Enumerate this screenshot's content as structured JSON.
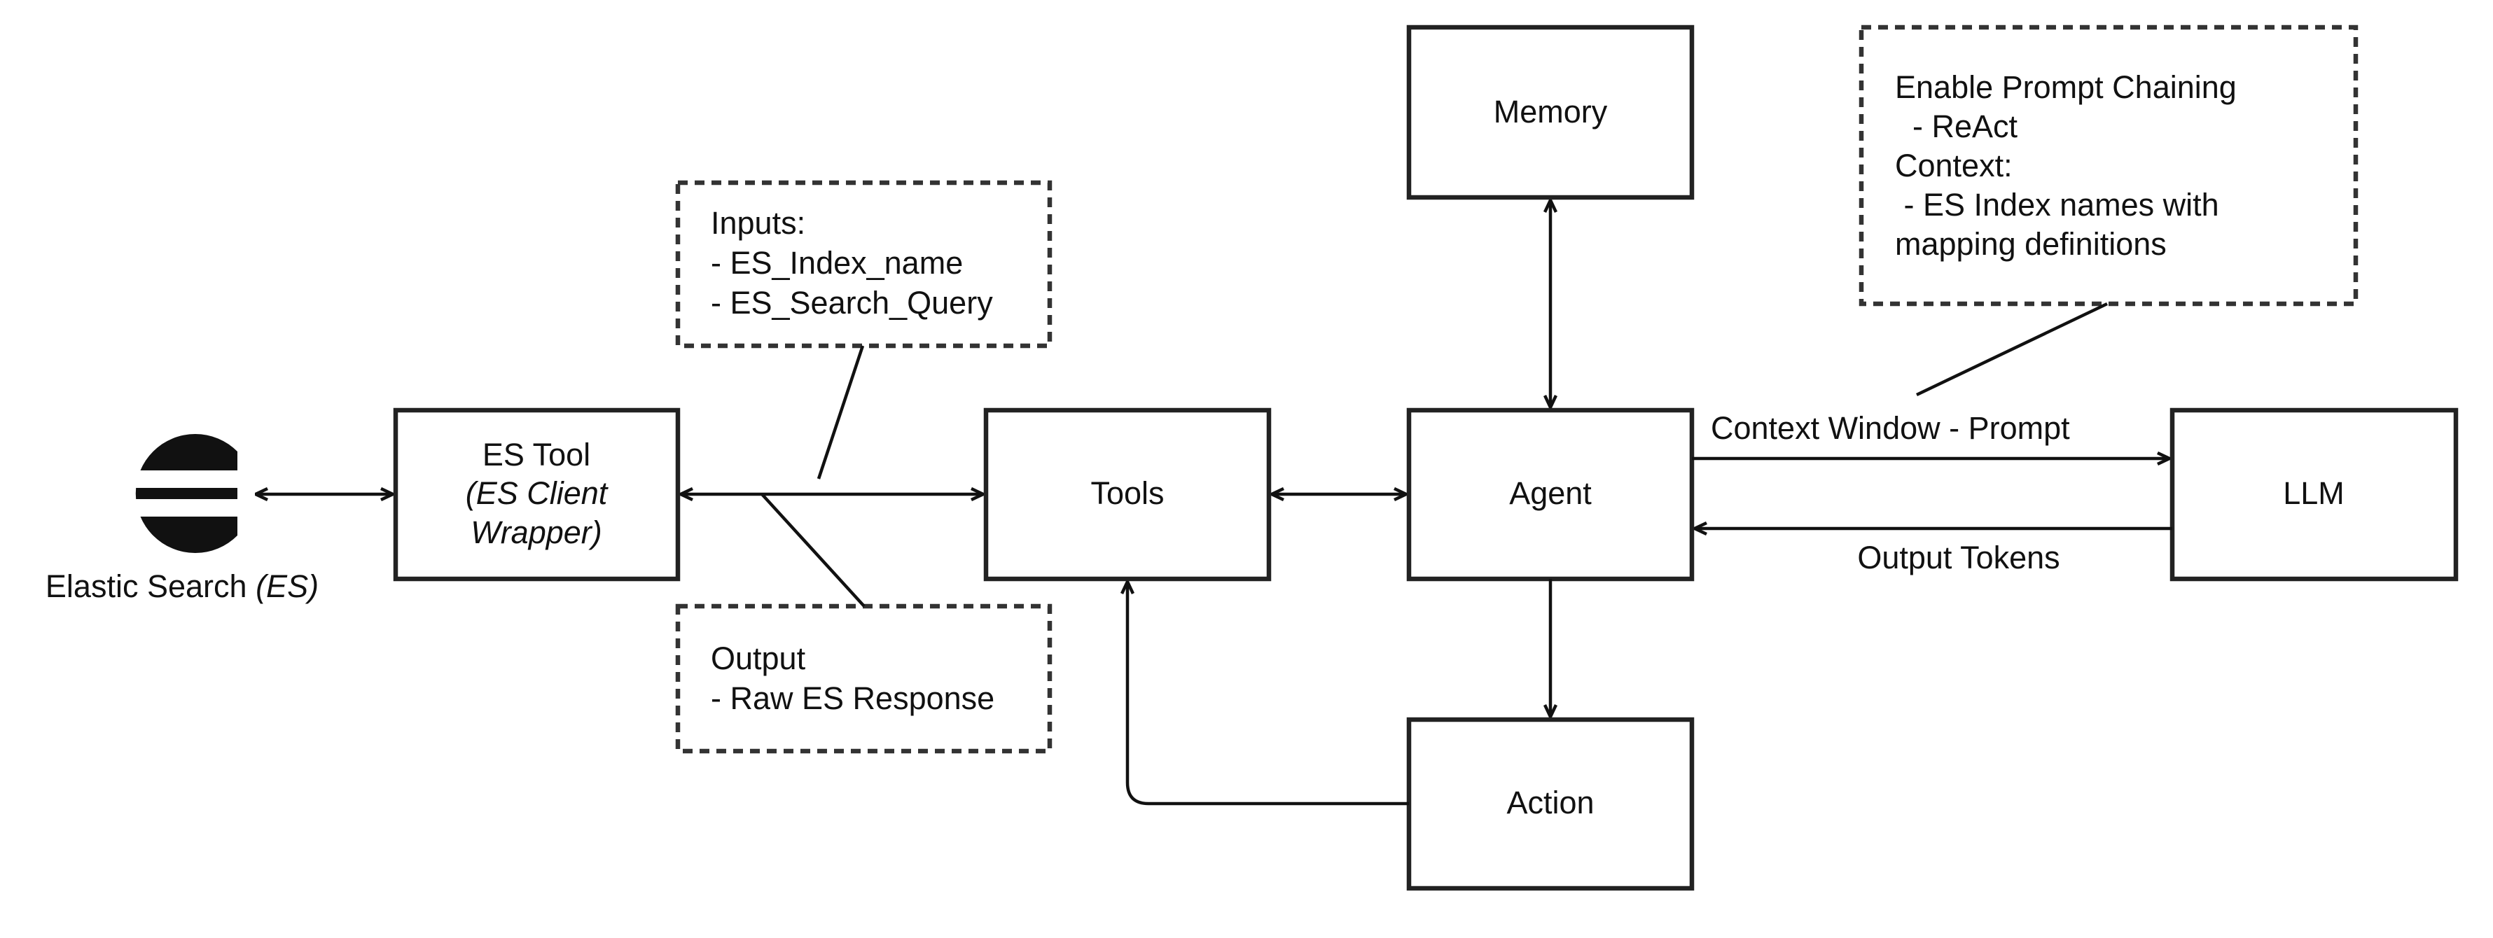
{
  "nodes": {
    "elastic_search": {
      "label": "Elastic Search",
      "label_italic": "(ES)"
    },
    "es_tool": {
      "line1": "ES Tool",
      "line2": "(ES Client",
      "line3": "Wrapper)"
    },
    "tools": {
      "label": "Tools"
    },
    "agent": {
      "label": "Agent"
    },
    "memory": {
      "label": "Memory"
    },
    "llm": {
      "label": "LLM"
    },
    "action": {
      "label": "Action"
    }
  },
  "notes": {
    "inputs": {
      "lines": [
        "Inputs:",
        "- ES_Index_name",
        "- ES_Search_Query"
      ]
    },
    "output": {
      "lines": [
        "Output",
        "- Raw ES Response"
      ]
    },
    "prompt": {
      "lines": [
        "Enable Prompt Chaining",
        "  - ReAct",
        "Context:",
        " - ES Index names with",
        "mapping definitions"
      ]
    }
  },
  "edges": {
    "context_window": "Context Window - Prompt",
    "output_tokens": "Output Tokens"
  },
  "colors": {
    "stroke": "#222222",
    "background": "#ffffff"
  }
}
